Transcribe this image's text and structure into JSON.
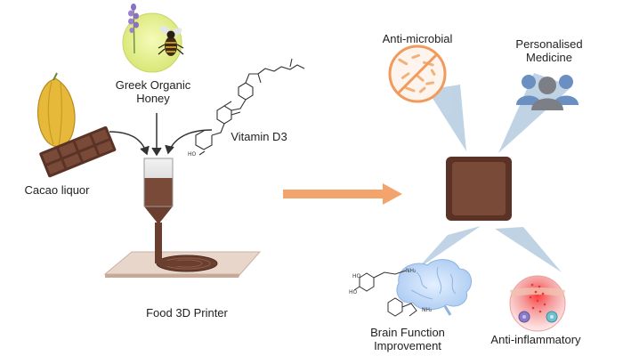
{
  "inputs": {
    "honey": "Greek Organic Honey",
    "vitamin": "Vitamin D3",
    "cacao": "Cacao liquor"
  },
  "printer": {
    "label": "Food 3D Printer"
  },
  "benefits": {
    "antimicrobial": "Anti-microbial",
    "personalised": "Personalised Medicine",
    "brain": "Brain Function Improvement",
    "antiinflammatory": "Anti-inflammatory"
  },
  "colors": {
    "chocolate": "#7a4a38",
    "chocolate_dark": "#5a3226",
    "arrow_orange": "#f29a5c",
    "beam_blue": "#b9cfe3",
    "cacao_pod": "#e6b93a",
    "honey_globe": "#e8f08e",
    "people_blue": "#6a8fc0",
    "people_gray": "#8a8d92",
    "inflammation_red": "#e0454a"
  }
}
